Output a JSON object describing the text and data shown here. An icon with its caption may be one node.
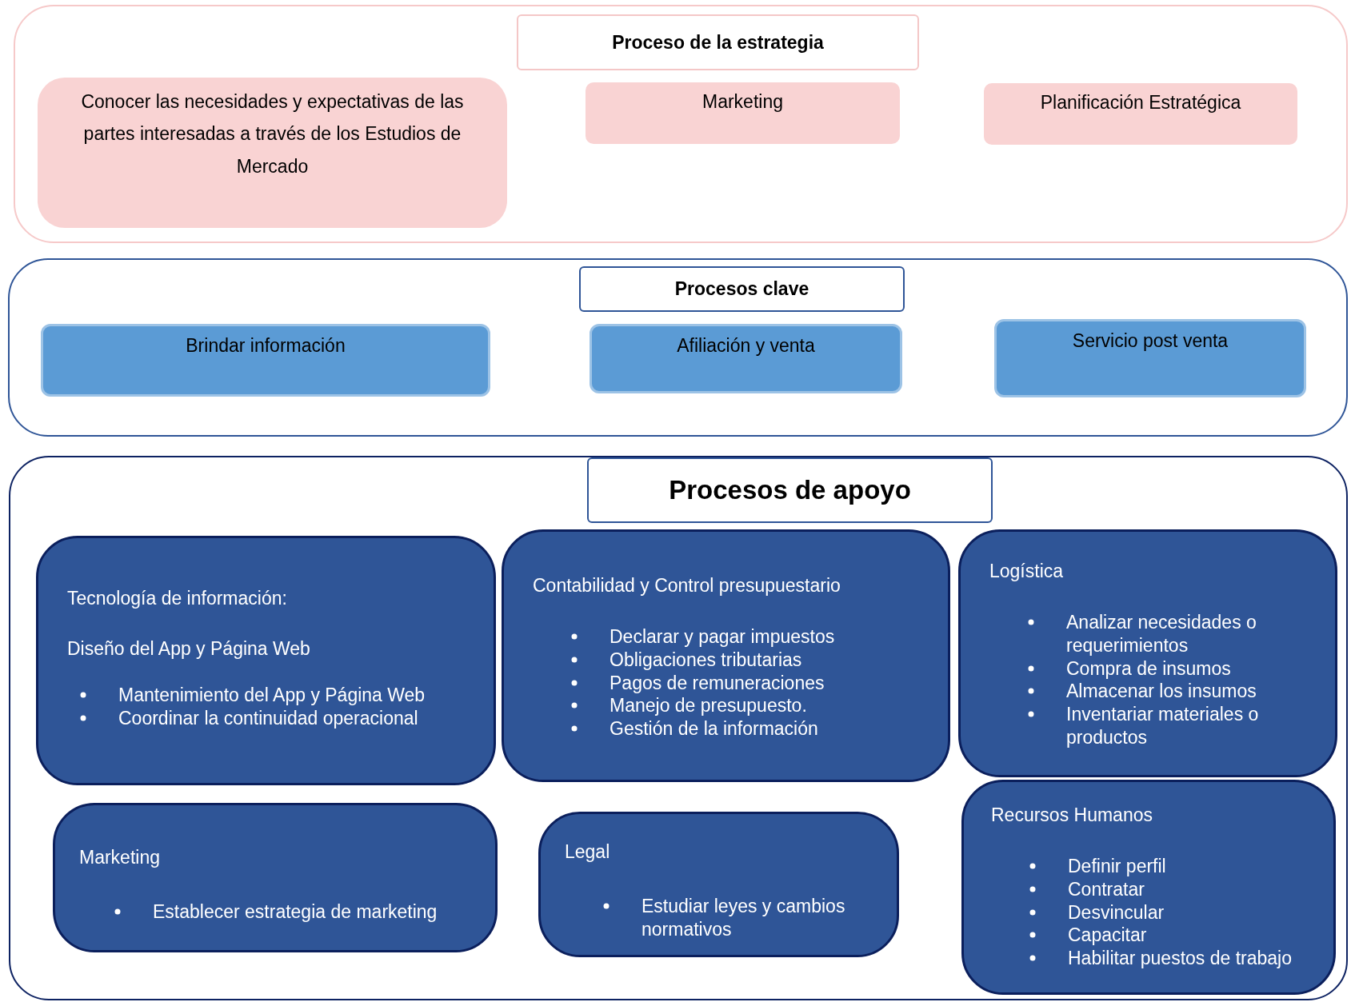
{
  "diagram": {
    "nodes": [
      {
        "text": [],
        "shape": "box"
      },
      {
        "text": [
          "Proceso de la estrategia"
        ],
        "in": 0
      },
      {
        "text": [
          "Conocer las necesidades y expectativas de las partes interesadas a través de los Estudios de Mercado"
        ],
        "in": 0
      },
      {
        "text": [
          "Marketing"
        ],
        "in": 0
      },
      {
        "text": [
          "Planificación Estratégica"
        ],
        "in": 0
      },
      {
        "text": [],
        "shape": "box"
      },
      {
        "text": [
          "Procesos clave"
        ],
        "in": 5
      },
      {
        "text": [
          "Brindar información"
        ],
        "in": 5
      },
      {
        "text": [
          "Afiliación y venta"
        ],
        "in": 5
      },
      {
        "text": [
          "Servicio post venta"
        ],
        "in": 5
      },
      {
        "text": [],
        "shape": "box"
      },
      {
        "text": [
          "Procesos de apoyo"
        ],
        "in": 10
      },
      {
        "text": [
          "Tecnología de información:",
          "Diseño del App y Página Web",
          "Mantenimiento del App y Página Web",
          "Coordinar la continuidad operacional"
        ],
        "in": 10
      },
      {
        "text": [
          "Contabilidad y Control presupuestario",
          "Declarar y pagar impuestos",
          "Obligaciones tributarias",
          "Pagos de remuneraciones",
          "Manejo de presupuesto.",
          "Gestión de la información"
        ],
        "in": 10
      },
      {
        "text": [
          "Logística",
          "Analizar necesidades o requerimientos",
          "Compra de insumos",
          "Almacenar los insumos",
          "Inventariar materiales o productos"
        ],
        "in": 10
      },
      {
        "text": [
          "Marketing",
          "Establecer estrategia de marketing"
        ],
        "in": 10
      },
      {
        "text": [
          "Legal",
          "Estudiar leyes y cambios normativos"
        ],
        "in": 10
      },
      {
        "text": [
          "Recursos Humanos",
          "Definir perfil",
          "Contratar",
          "Desvincular",
          "Capacitar",
          "Habilitar puestos de trabajo"
        ],
        "in": 10
      }
    ]
  }
}
